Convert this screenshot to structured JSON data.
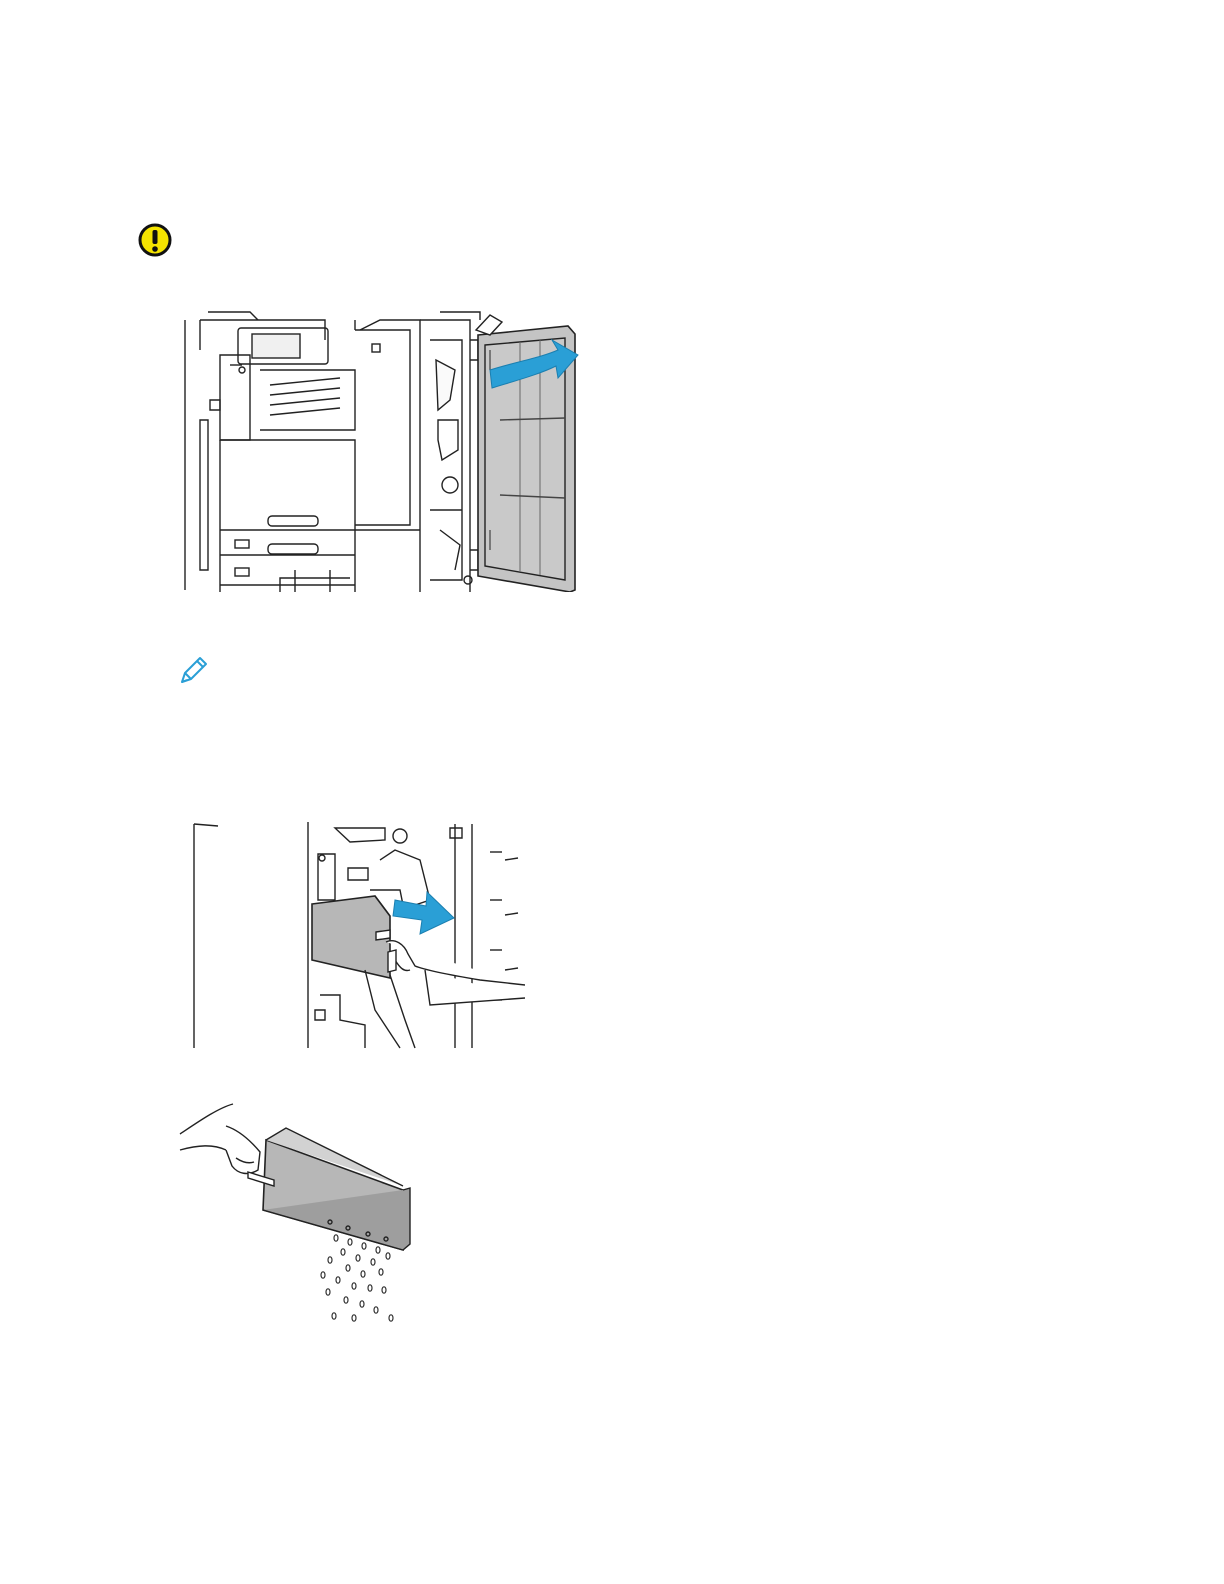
{
  "page": {
    "background": "#ffffff"
  },
  "icons": {
    "caution": {
      "name": "caution-icon",
      "color": "#f5e400"
    },
    "note": {
      "name": "pencil-note-icon",
      "color": "#2a9fd6"
    }
  },
  "figures": [
    {
      "name": "finisher-front-door-open",
      "arrow_color": "#2a9fd6",
      "door_fill": "#c4c4c4"
    },
    {
      "name": "punch-waste-container-removal",
      "arrow_color": "#2a9fd6",
      "container_fill": "#b7b7b7"
    },
    {
      "name": "punch-waste-emptying",
      "container_fill": "#b7b7b7"
    }
  ]
}
